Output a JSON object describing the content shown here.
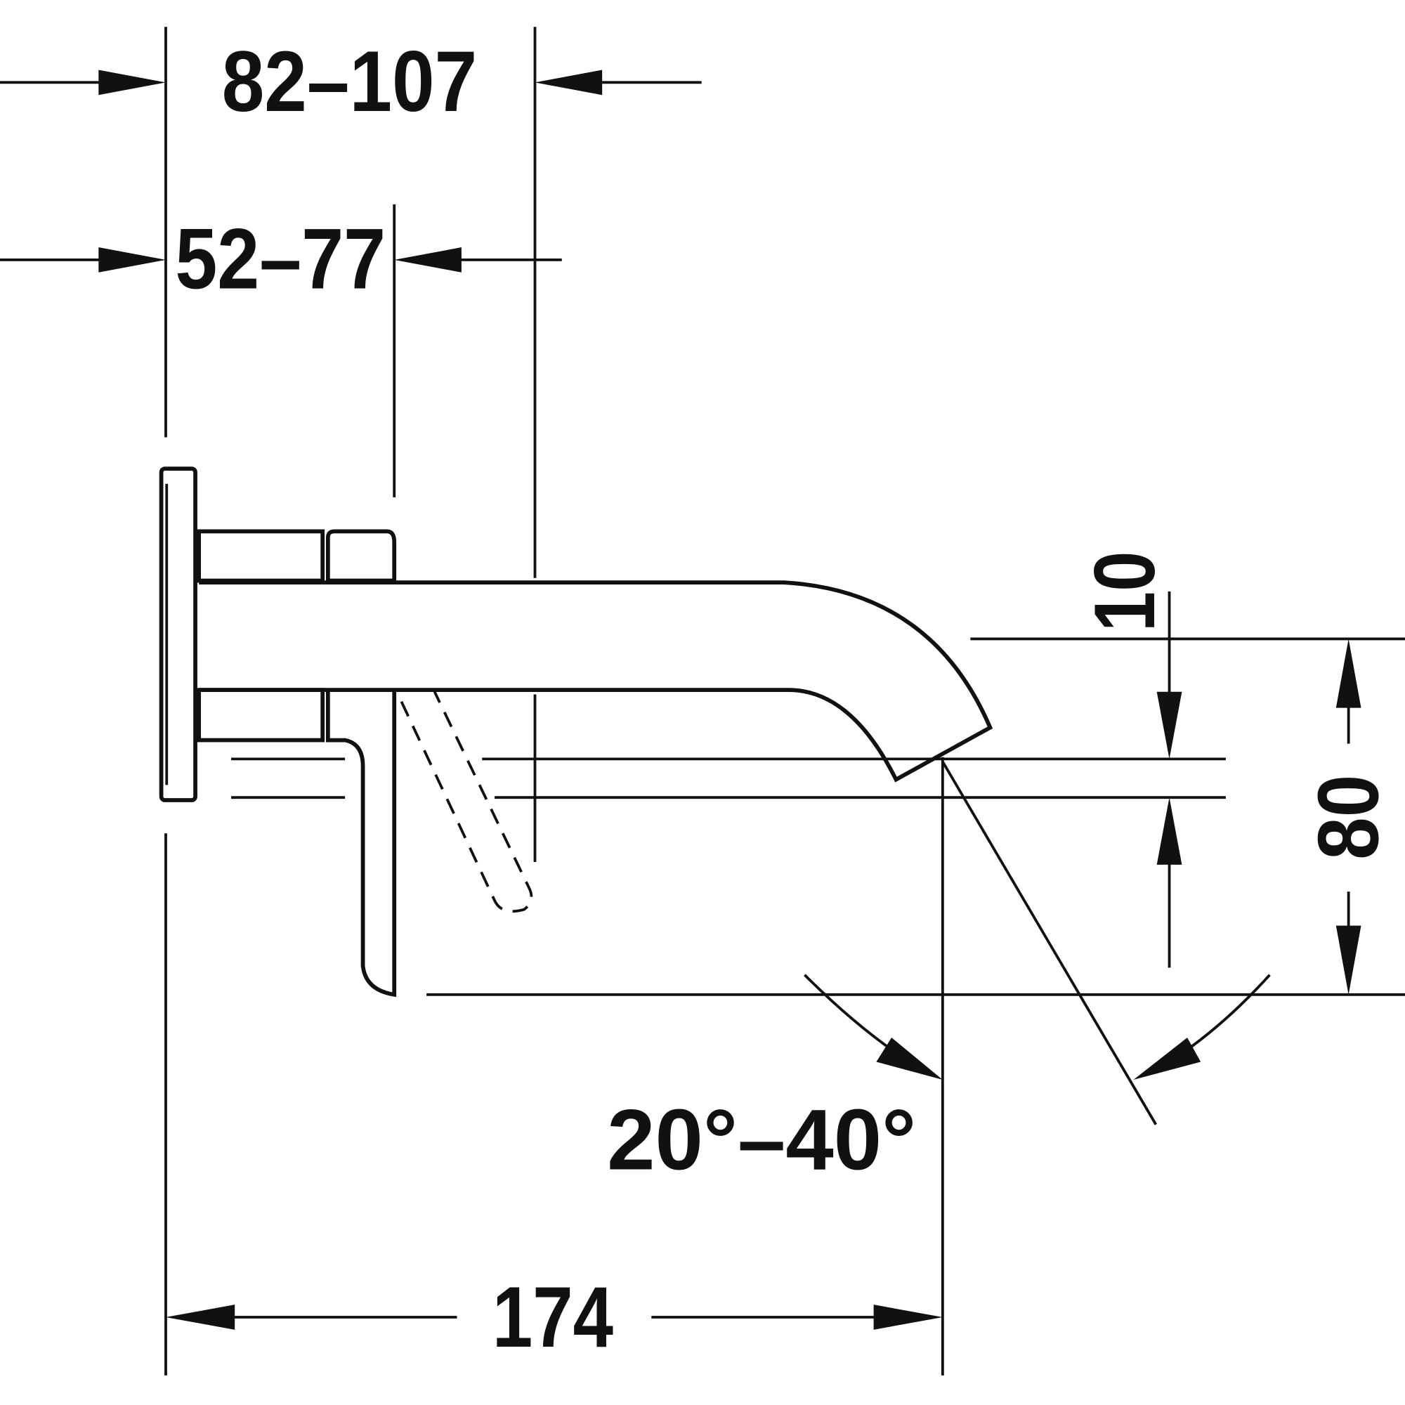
{
  "drawing": {
    "title": "Wall-mounted basin mixer side view dimensions",
    "dimensions": {
      "projection_range": "82–107",
      "body_range": "52–77",
      "flow_offset": "10",
      "height": "80",
      "spout_angle": "20°–40°",
      "spout_length": "174"
    },
    "colors": {
      "line": "#111111",
      "background": "#ffffff"
    }
  }
}
